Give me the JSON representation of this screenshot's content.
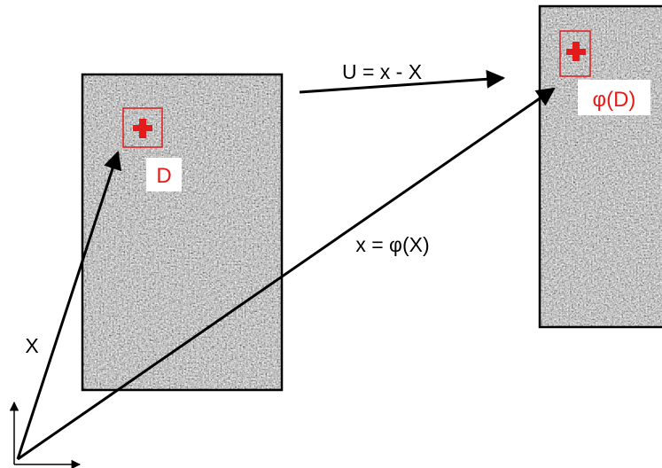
{
  "labels": {
    "displacement": "U = x - X",
    "mapping": "x = φ(X)",
    "ref_position": "X",
    "subset_ref": "D",
    "subset_def": "φ(D)"
  },
  "colors": {
    "subset": "#e31b1b",
    "arrow": "#000000",
    "speckle_base": "#5b5b5b",
    "frame": "#000000"
  },
  "icons": {
    "subset_marker": "red-cross-icon",
    "origin": "coordinate-axes-icon"
  }
}
